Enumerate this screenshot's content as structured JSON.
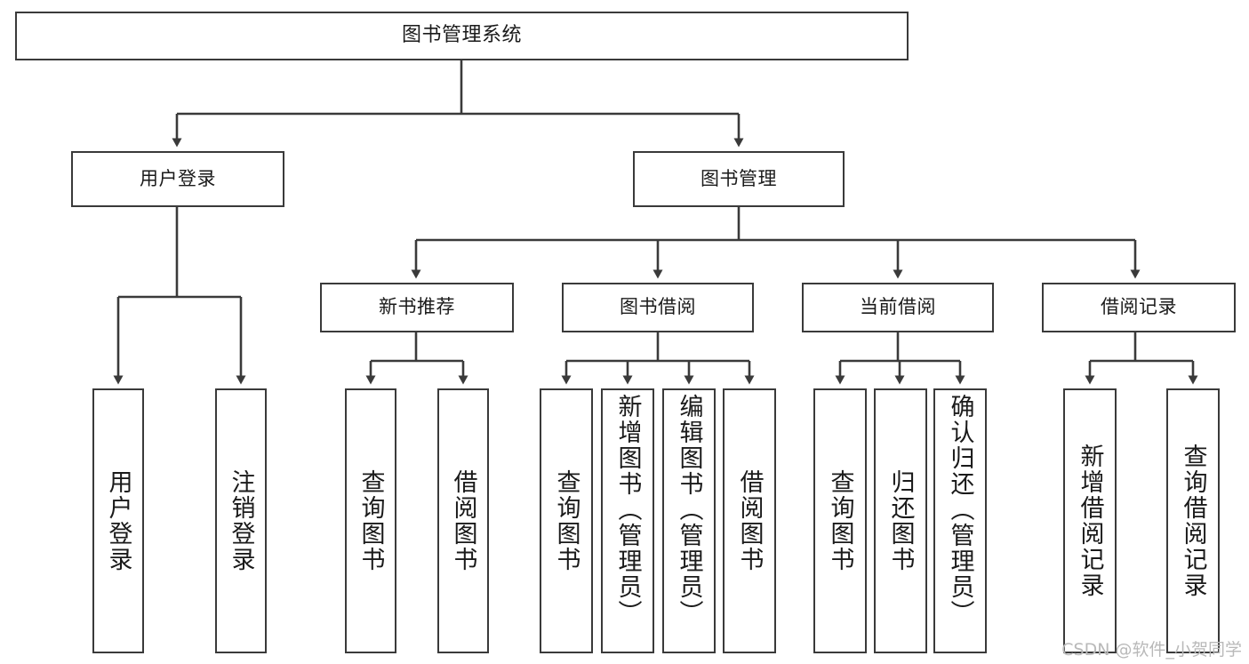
{
  "diagram": {
    "title": "图书管理系统",
    "type": "tree-hierarchy-chart",
    "orientation": "top-down",
    "colors": {
      "node_border": "#3a3a3a",
      "node_fill": "#ffffff",
      "edge": "#3a3a3a",
      "text": "#1a1a1a",
      "watermark": "#b9b9b9",
      "background": "#ffffff"
    }
  },
  "root": {
    "label": "图书管理系统"
  },
  "level2": [
    {
      "label": "用户登录"
    },
    {
      "label": "图书管理"
    }
  ],
  "level3": [
    {
      "label": "新书推荐"
    },
    {
      "label": "图书借阅"
    },
    {
      "label": "当前借阅"
    },
    {
      "label": "借阅记录"
    }
  ],
  "leaves": {
    "user_login": [
      {
        "label": "用户登录"
      },
      {
        "label": "注销登录"
      }
    ],
    "new_book_recommend": [
      {
        "label": "查询图书"
      },
      {
        "label": "借阅图书"
      }
    ],
    "book_borrow": [
      {
        "label": "查询图书"
      },
      {
        "label": "新增图书（管理员）"
      },
      {
        "label": "编辑图书（管理员）"
      },
      {
        "label": "借阅图书"
      }
    ],
    "current_borrow": [
      {
        "label": "查询图书"
      },
      {
        "label": "归还图书"
      },
      {
        "label": "确认归还（管理员）"
      }
    ],
    "borrow_record": [
      {
        "label": "新增借阅记录"
      },
      {
        "label": "查询借阅记录"
      }
    ]
  },
  "watermark": {
    "text": "CSDN @软件_小贺同学"
  }
}
